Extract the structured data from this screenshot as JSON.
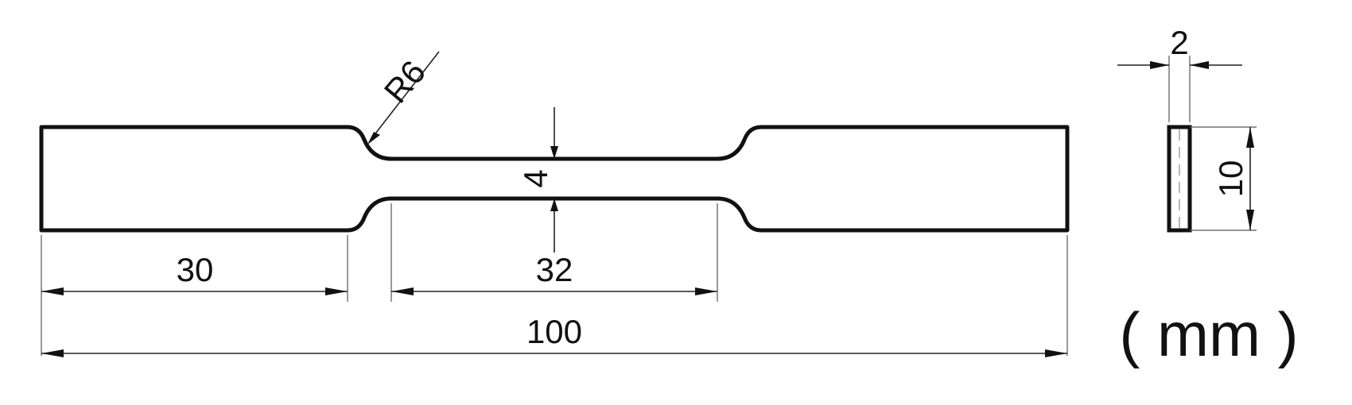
{
  "dimensions": {
    "radius": "R6",
    "gauge_width": "4",
    "grip_length": "30",
    "gauge_length": "32",
    "total_length": "100",
    "thickness": "2",
    "width": "10"
  },
  "units_label": "( mm )"
}
